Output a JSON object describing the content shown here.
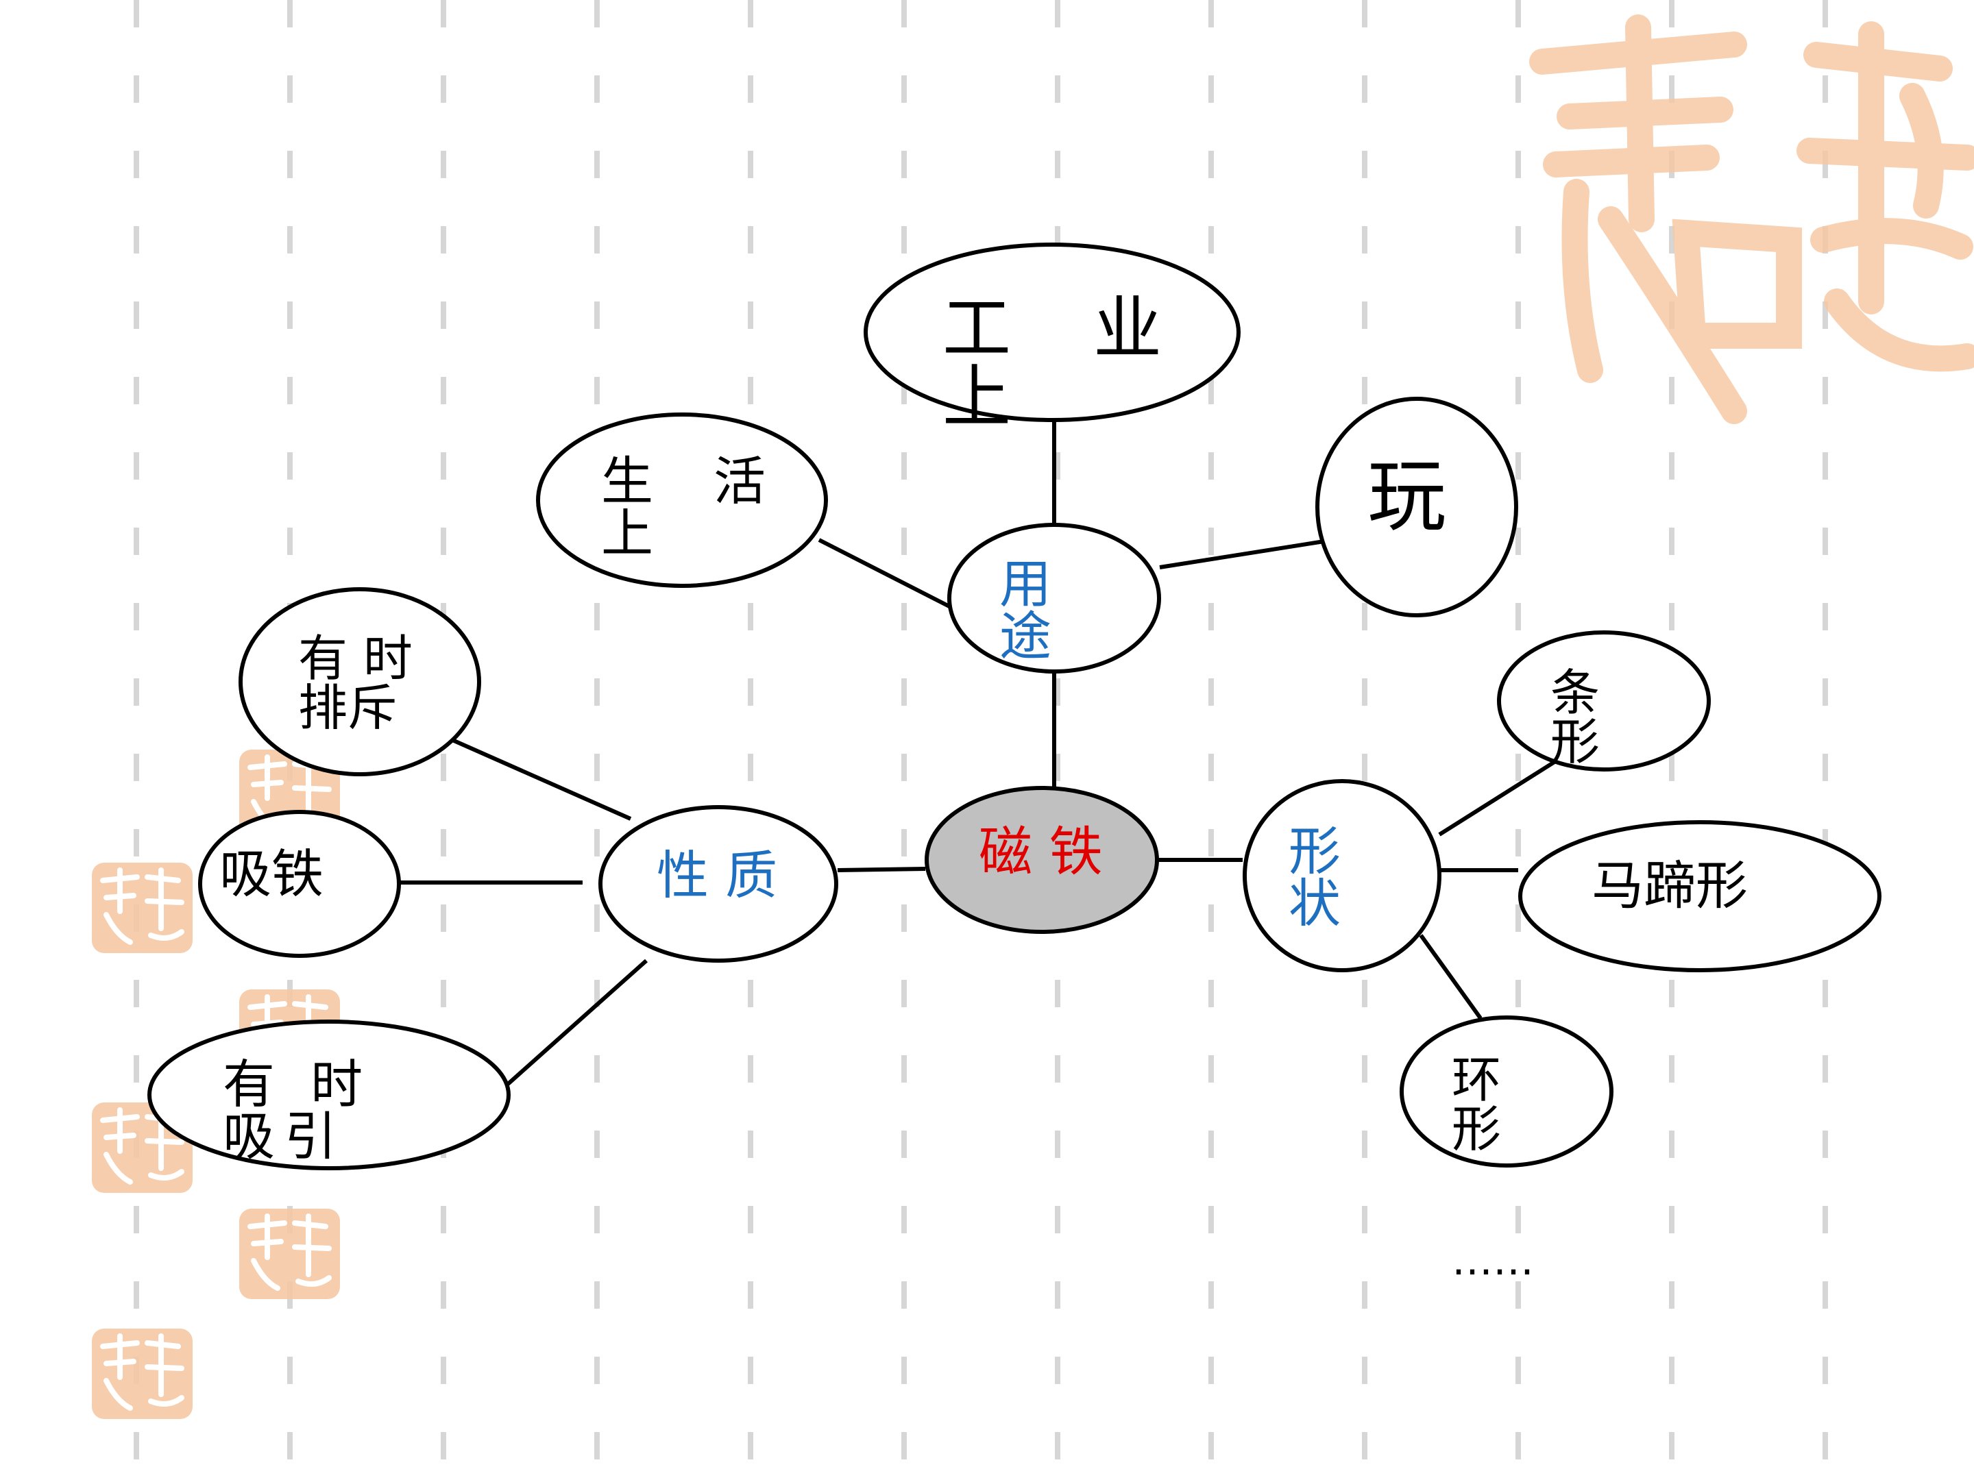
{
  "colors": {
    "edge": "#000000",
    "center_fill": "#c0c0c0",
    "center_text": "#e00000",
    "branch_text": "#1f6fc0",
    "leaf_text": "#000000",
    "seal": "#f6c9a4"
  },
  "icons": [
    "seal-icon",
    "auspicious-calligraphy-icon"
  ],
  "diagram": {
    "center": {
      "label": "磁 铁"
    },
    "branches": {
      "usage": {
        "label": "用途"
      },
      "property": {
        "label": "性 质"
      },
      "shape": {
        "label": "形状"
      }
    },
    "leaves": {
      "industry": {
        "label": "工　业上"
      },
      "life": {
        "label": "生　活上"
      },
      "play": {
        "label": "玩"
      },
      "repel": {
        "label": "有 时排斥"
      },
      "attract_iron": {
        "label": "吸铁"
      },
      "attract": {
        "label": "有 时 吸引"
      },
      "bar": {
        "label": "条形"
      },
      "horseshoe": {
        "label": "马蹄形"
      },
      "ring": {
        "label": "环形"
      }
    },
    "ellipsis": "……"
  }
}
